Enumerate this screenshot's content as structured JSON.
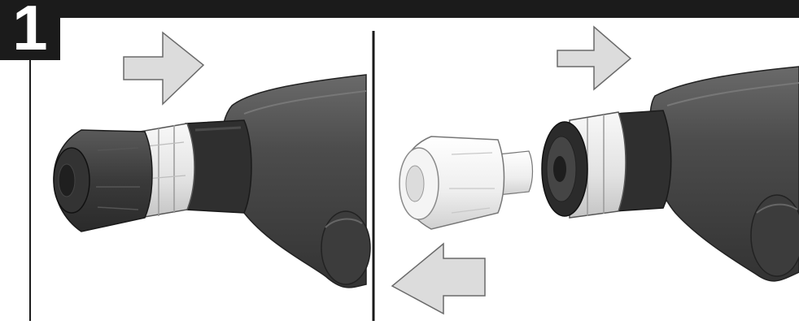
{
  "step": {
    "number": "1"
  },
  "colors": {
    "header_bar": "#1b1b1b",
    "divider": "#1b1b1b",
    "arrow_fill": "#dcdcdc",
    "arrow_stroke": "#6a6a6a",
    "drill_body": "#4a4a4a",
    "drill_body_light": "#5c5c5c",
    "chuck_dark": "#3d3d3d",
    "collar_silver": "#e6e6e6",
    "chuck_white": "#f2f2f2"
  },
  "panels": [
    {
      "id": "left",
      "arrows": [
        {
          "direction": "right"
        }
      ]
    },
    {
      "id": "right",
      "arrows": [
        {
          "direction": "right"
        },
        {
          "direction": "left"
        }
      ]
    }
  ]
}
